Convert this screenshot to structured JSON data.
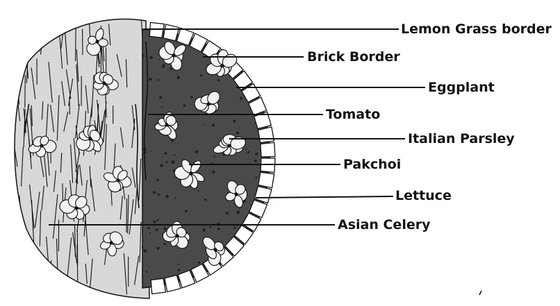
{
  "colors": {
    "ink": "#111111",
    "soil": "#3a3a3a",
    "leaf": "#f2f2f2",
    "brick": "#ffffff",
    "background": "#ffffff"
  },
  "labels": [
    {
      "id": "lemon-grass-border",
      "text": "Lemon Grass border"
    },
    {
      "id": "brick-border",
      "text": "Brick Border"
    },
    {
      "id": "eggplant",
      "text": "Eggplant"
    },
    {
      "id": "tomato",
      "text": "Tomato"
    },
    {
      "id": "italian-parsley",
      "text": "Italian Parsley"
    },
    {
      "id": "pakchoi",
      "text": "Pakchoi"
    },
    {
      "id": "lettuce",
      "text": "Lettuce"
    },
    {
      "id": "asian-celery",
      "text": "Asian Celery"
    }
  ]
}
